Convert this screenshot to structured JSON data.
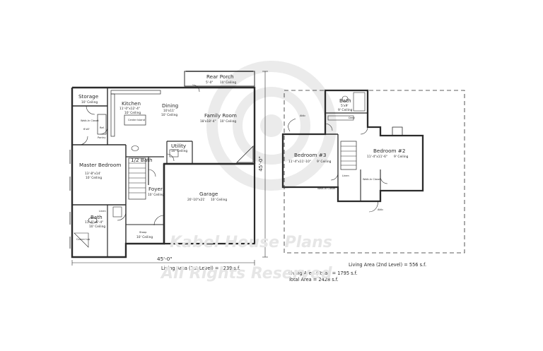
{
  "watermark": {
    "line1": "Kabel House Plans",
    "line2": "All Rights Reserved"
  },
  "first_floor": {
    "rooms": [
      {
        "name": "Rear Porch",
        "dims": "5'-0\"",
        "ceiling": "10' Ceiling"
      },
      {
        "name": "Storage",
        "ceiling": "10' Ceiling"
      },
      {
        "name": "Kitchen",
        "dims": "11'-0\"x12'-4\"",
        "ceiling": "10' Ceiling"
      },
      {
        "name": "Dining",
        "dims": "10'x11'",
        "ceiling": "10' Ceiling"
      },
      {
        "name": "Family Room",
        "dims": "18'x18'-4\"",
        "ceiling": "10' Ceiling"
      },
      {
        "name": "Walk-In Closet",
        "dims": "6'x8'"
      },
      {
        "name": "Master Bedroom",
        "dims": "13'-8\"x14'",
        "ceiling": "10' Ceiling"
      },
      {
        "name": "1/2 Bath"
      },
      {
        "name": "Utility",
        "ceiling": "10' Ceiling"
      },
      {
        "name": "Foyer",
        "ceiling": "10' Ceiling"
      },
      {
        "name": "Garage",
        "dims": "20'-10\"x21'",
        "ceiling": "10' Ceiling"
      },
      {
        "name": "Bath",
        "dims": "11'-6\"x8'-4\"",
        "ceiling": "10' Ceiling"
      },
      {
        "name": "Stoop",
        "ceiling": "10' Ceiling"
      }
    ],
    "small_labels": [
      "Center Island",
      "Pantry",
      "Linen",
      "Corner tub",
      "Ref."
    ],
    "width_dim": "45'-0\"",
    "depth_dim": "45'-0\"",
    "area_label": "Living Area (1st Level) = 1239 s.f."
  },
  "second_floor": {
    "rooms": [
      {
        "name": "Bath",
        "dims": "5'x9'",
        "ceiling": "9' Ceiling"
      },
      {
        "name": "Bedroom #3",
        "dims": "11'-4\"x11'-10\"",
        "ceiling": "9' Ceiling"
      },
      {
        "name": "Bedroom #2",
        "dims": "11'-4\"x11'-6\"",
        "ceiling": "9' Ceiling"
      },
      {
        "name": "Walk-In Closet"
      },
      {
        "name": "Walk-In Closet"
      }
    ],
    "small_labels": [
      "Attic",
      "Attic",
      "Desk",
      "Linen"
    ],
    "area_label": "Living Area (2nd Level) = 556 s.f."
  },
  "totals": {
    "total_living": "Living Area (Total) = 1795 s.f.",
    "total_area": "Total Area = 2428 s.f."
  }
}
